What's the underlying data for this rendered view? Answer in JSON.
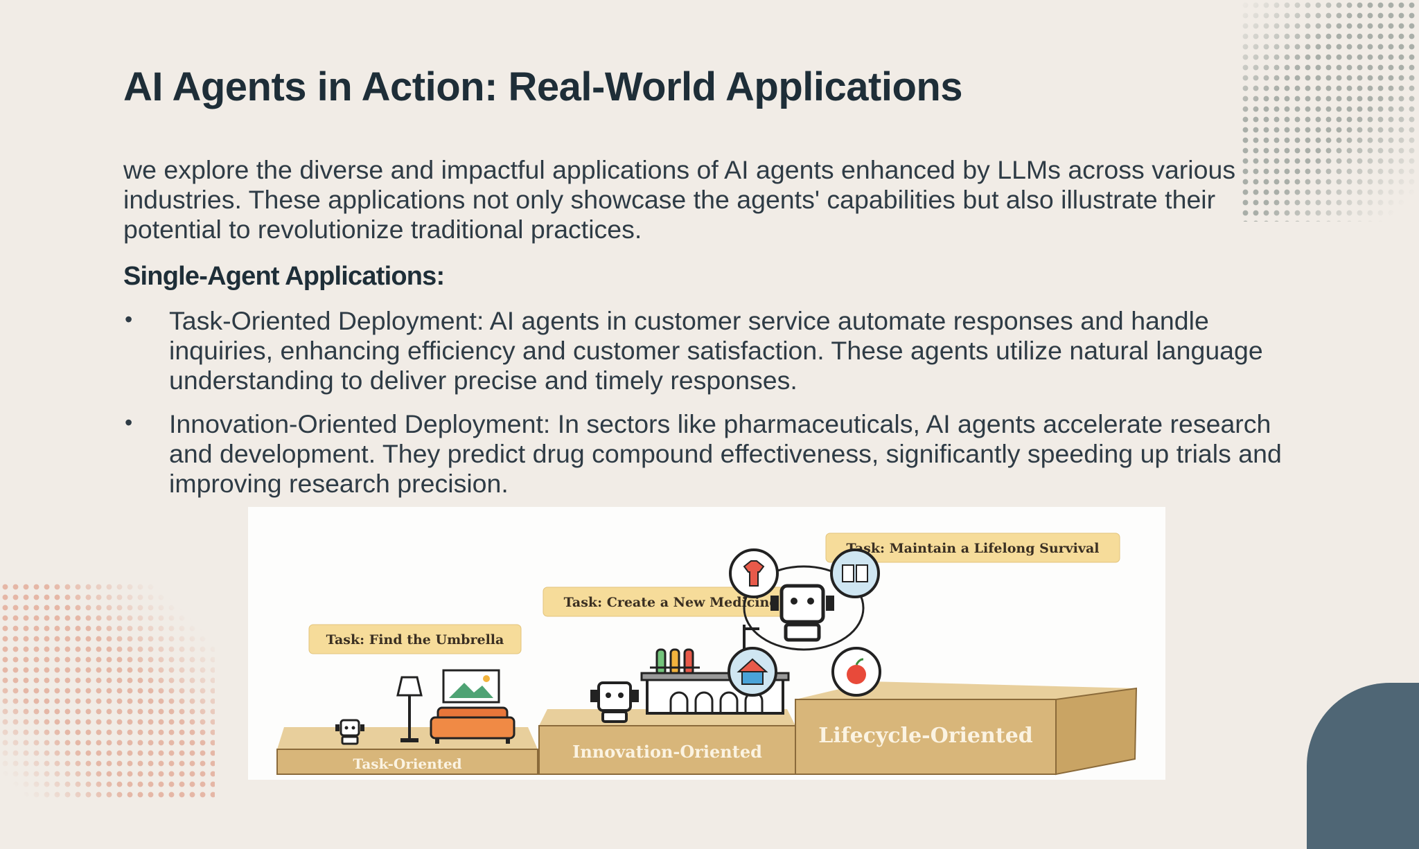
{
  "slide": {
    "title": "AI Agents in Action: Real-World Applications",
    "intro": "we explore the diverse and impactful applications of AI agents enhanced by LLMs across various industries. These applications not only showcase the agents' capabilities but also illustrate their potential to revolutionize traditional practices.",
    "subheading": "Single-Agent Applications:",
    "bullets": [
      {
        "marker": "•",
        "text": "Task-Oriented Deployment: AI agents in customer service automate responses and handle inquiries, enhancing efficiency and customer satisfaction. These agents utilize natural language understanding to deliver precise and timely responses."
      },
      {
        "marker": "•",
        "text": "Innovation-Oriented Deployment: In sectors like pharmaceuticals, AI agents accelerate research and development. They predict drug compound effectiveness, significantly speeding up trials and improving research precision."
      }
    ]
  },
  "figure": {
    "tasks": {
      "task_oriented": "Task: Find the Umbrella",
      "innovation_oriented": "Task: Create a New Medicine",
      "lifecycle_oriented": "Task: Maintain a Lifelong Survival"
    },
    "platforms": {
      "task_oriented": "Task-Oriented",
      "innovation_oriented": "Innovation-Oriented",
      "lifecycle_oriented": "Lifecycle-Oriented"
    },
    "icons": [
      "robot-icon",
      "floor-lamp-icon",
      "picture-frame-icon",
      "sofa-icon",
      "test-tubes-icon",
      "lab-machine-icon",
      "flask-icon",
      "clothing-icon",
      "book-icon",
      "house-icon",
      "apple-icon"
    ]
  },
  "colors": {
    "background": "#f1ece6",
    "title": "#1e2e38",
    "body_text": "#2e3b45",
    "accent_shape": "#4f6675",
    "dots_gray": "#a9aea8",
    "dots_peach": "#e5b7a6",
    "task_label_bg": "#f6dc9a",
    "platform_wood": "#d8b67a"
  }
}
